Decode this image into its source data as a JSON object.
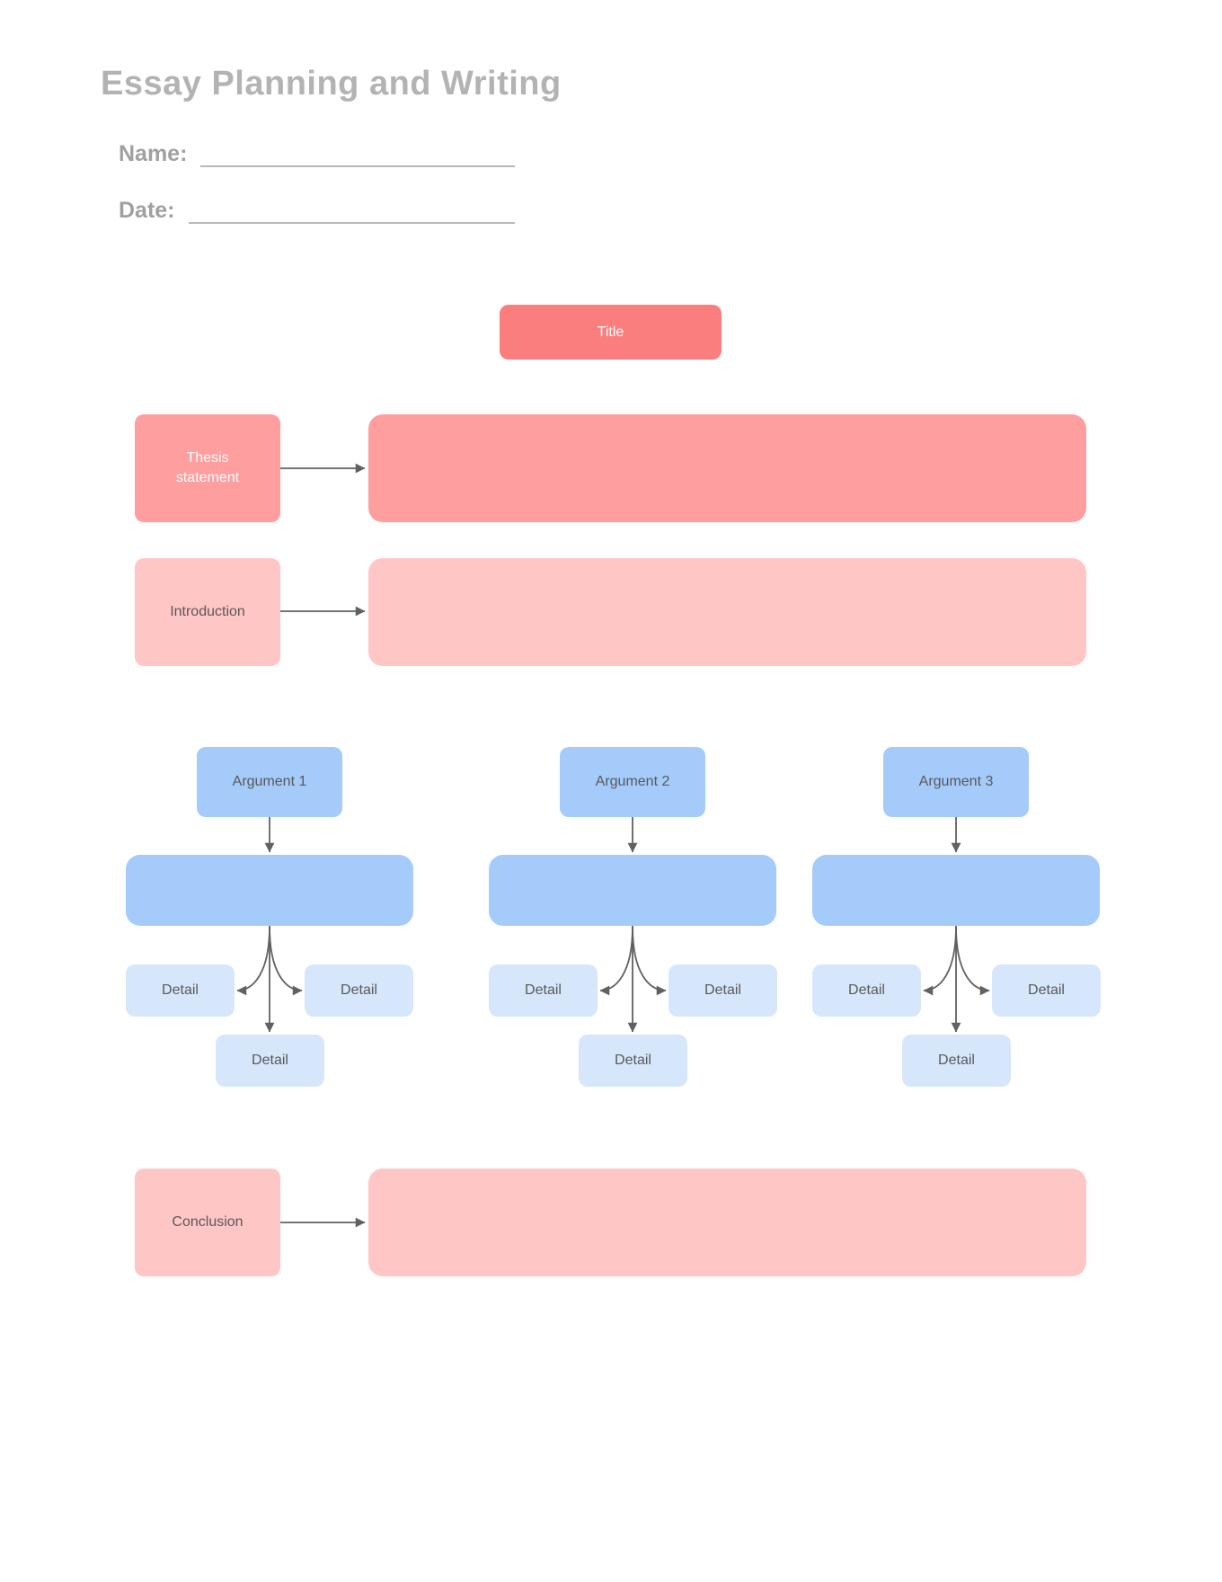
{
  "header": {
    "title": "Essay Planning and Writing"
  },
  "form": {
    "name_label": "Name:",
    "name_value": "",
    "date_label": "Date:",
    "date_value": ""
  },
  "diagram": {
    "title_box_label": "Title",
    "thesis_label": "Thesis statement",
    "thesis_content": "",
    "introduction_label": "Introduction",
    "introduction_content": "",
    "arguments": [
      {
        "label": "Argument 1",
        "content": "",
        "details": [
          "Detail",
          "Detail",
          "Detail"
        ]
      },
      {
        "label": "Argument 2",
        "content": "",
        "details": [
          "Detail",
          "Detail",
          "Detail"
        ]
      },
      {
        "label": "Argument 3",
        "content": "",
        "details": [
          "Detail",
          "Detail",
          "Detail"
        ]
      }
    ],
    "conclusion_label": "Conclusion",
    "conclusion_content": ""
  },
  "colors": {
    "title_box": "#fa7e7e",
    "thesis": "#ff9e9e",
    "intro_conclusion": "#ffc6c6",
    "argument": "#a4cbf9",
    "detail": "#d7e7fb",
    "arrow": "#616161",
    "heading_text": "#b3b3b3",
    "label_text": "#a0a0a0",
    "box_text": "#595959",
    "box_text_light": "#ffffff",
    "line": "#b8b8b8"
  }
}
